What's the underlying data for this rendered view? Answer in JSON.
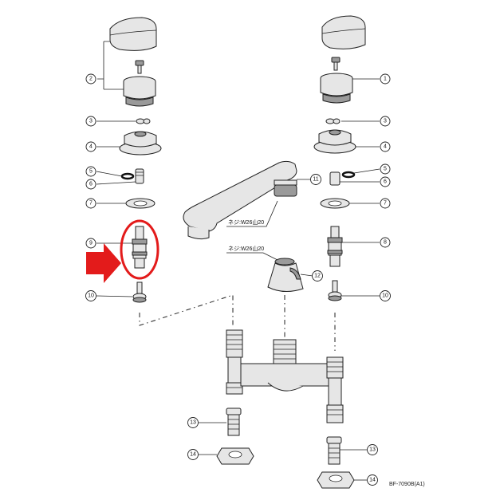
{
  "thread_labels": {
    "spout_thread": "ネジ:W26山20",
    "body_thread": "ネジ:W26山20"
  },
  "part_numbers": {
    "n1": "1",
    "n2": "2",
    "n3l": "3",
    "n3r": "3",
    "n4l": "4",
    "n4r": "4",
    "n5l": "5",
    "n5r": "5",
    "n6l": "6",
    "n6r": "6",
    "n7l": "7",
    "n7r": "7",
    "n8": "8",
    "n9": "9",
    "n10l": "10",
    "n10r": "10",
    "n11": "11",
    "n12": "12",
    "n13l": "13",
    "n13r": "13",
    "n14l": "14",
    "n14r": "14"
  },
  "drawing_code": "BF-7090B(A1)",
  "highlight": {
    "target_part": "9",
    "circle_color": "#e31b1b",
    "arrow_color": "#e31b1b"
  }
}
